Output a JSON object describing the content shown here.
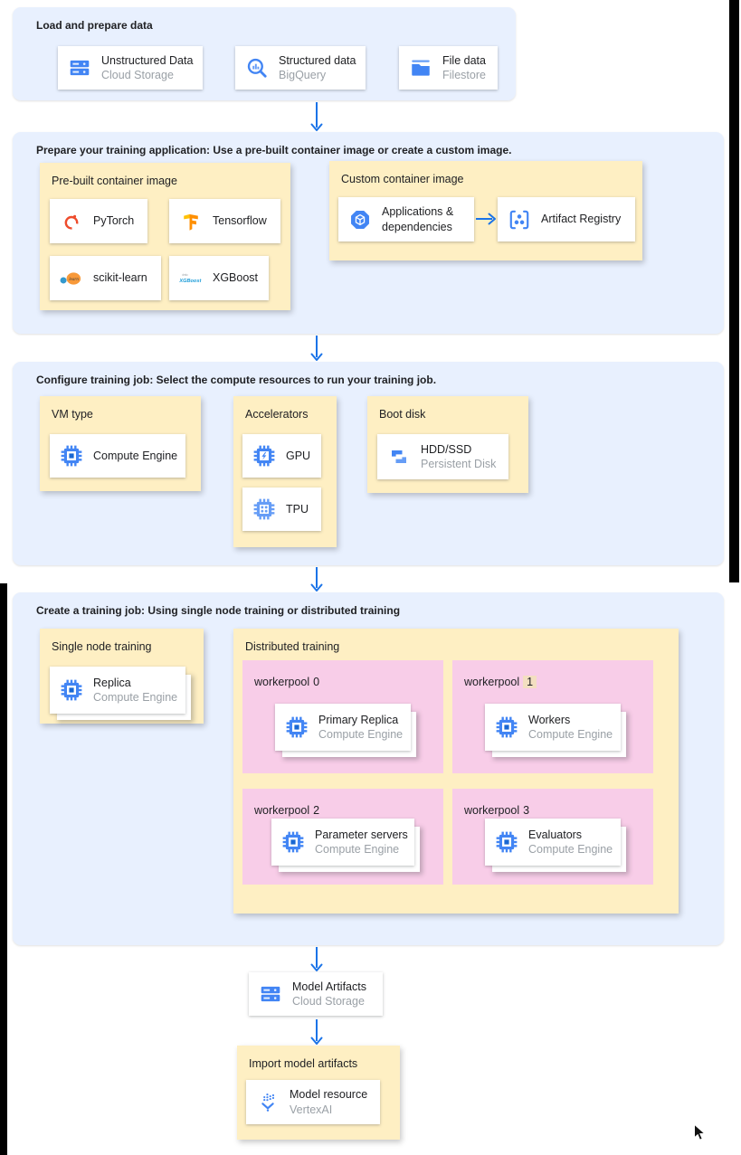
{
  "panel1": {
    "title": "Load and prepare data",
    "cards": [
      {
        "label": "Unstructured Data",
        "sublabel": "Cloud Storage",
        "icon": "cloud-storage-icon"
      },
      {
        "label": "Structured data",
        "sublabel": "BigQuery",
        "icon": "bigquery-icon"
      },
      {
        "label": "File data",
        "sublabel": "Filestore",
        "icon": "filestore-icon"
      }
    ]
  },
  "panel2": {
    "title": "Prepare your training application: Use a pre-built container image or create a custom image.",
    "prebuilt": {
      "title": "Pre-built container image",
      "cards": [
        {
          "label": "PyTorch",
          "icon": "pytorch-icon"
        },
        {
          "label": "Tensorflow",
          "icon": "tensorflow-icon"
        },
        {
          "label": "scikit-learn",
          "icon": "scikit-learn-icon"
        },
        {
          "label": "XGBoost",
          "icon": "xgboost-icon"
        }
      ]
    },
    "custom": {
      "title": "Custom container image",
      "source": {
        "label": "Applications & dependencies",
        "icon": "applications-dependencies-icon"
      },
      "target": {
        "label": "Artifact Registry",
        "icon": "artifact-registry-icon"
      }
    }
  },
  "panel3": {
    "title": "Configure training job: Select the compute resources to run your training job.",
    "vm": {
      "title": "VM type",
      "card": {
        "label": "Compute Engine",
        "icon": "compute-engine-icon"
      }
    },
    "accelerators": {
      "title": "Accelerators",
      "cards": [
        {
          "label": "GPU",
          "icon": "gpu-icon"
        },
        {
          "label": "TPU",
          "icon": "tpu-icon"
        }
      ]
    },
    "boot": {
      "title": "Boot disk",
      "card": {
        "label": "HDD/SSD",
        "sublabel": "Persistent Disk",
        "icon": "persistent-disk-icon"
      }
    }
  },
  "panel4": {
    "title": "Create a training job: Using single node training or distributed training",
    "single": {
      "title": "Single node training",
      "card": {
        "label": "Replica",
        "sublabel": "Compute Engine",
        "icon": "compute-engine-icon"
      }
    },
    "distributed": {
      "title": "Distributed training",
      "workerpools": [
        {
          "name": "workerpool",
          "num": "0",
          "card": {
            "label": "Primary Replica",
            "sublabel": "Compute Engine"
          }
        },
        {
          "name": "workerpool",
          "num": "1",
          "highlighted": true,
          "card": {
            "label": "Workers",
            "sublabel": "Compute Engine"
          }
        },
        {
          "name": "workerpool",
          "num": "2",
          "card": {
            "label": "Parameter servers",
            "sublabel": "Compute Engine"
          }
        },
        {
          "name": "workerpool",
          "num": "3",
          "card": {
            "label": "Evaluators",
            "sublabel": "Compute Engine"
          }
        }
      ]
    }
  },
  "output": {
    "model_artifacts": {
      "label": "Model Artifacts",
      "sublabel": "Cloud Storage",
      "icon": "cloud-storage-icon"
    },
    "import_box": {
      "title": "Import model artifacts",
      "card": {
        "label": "Model resource",
        "sublabel": "VertexAI",
        "icon": "vertex-ai-icon"
      }
    }
  },
  "colors": {
    "panel_blue": "#E8F0FE",
    "box_yellow": "#FEEFC3",
    "pool_pink": "#F8CDE8",
    "accent_blue": "#4285F4",
    "arrow_blue": "#1A73E8",
    "label_dark": "#202124",
    "sublabel_gray": "#9AA0A6",
    "highlight_tan": "#F3DFC1"
  }
}
